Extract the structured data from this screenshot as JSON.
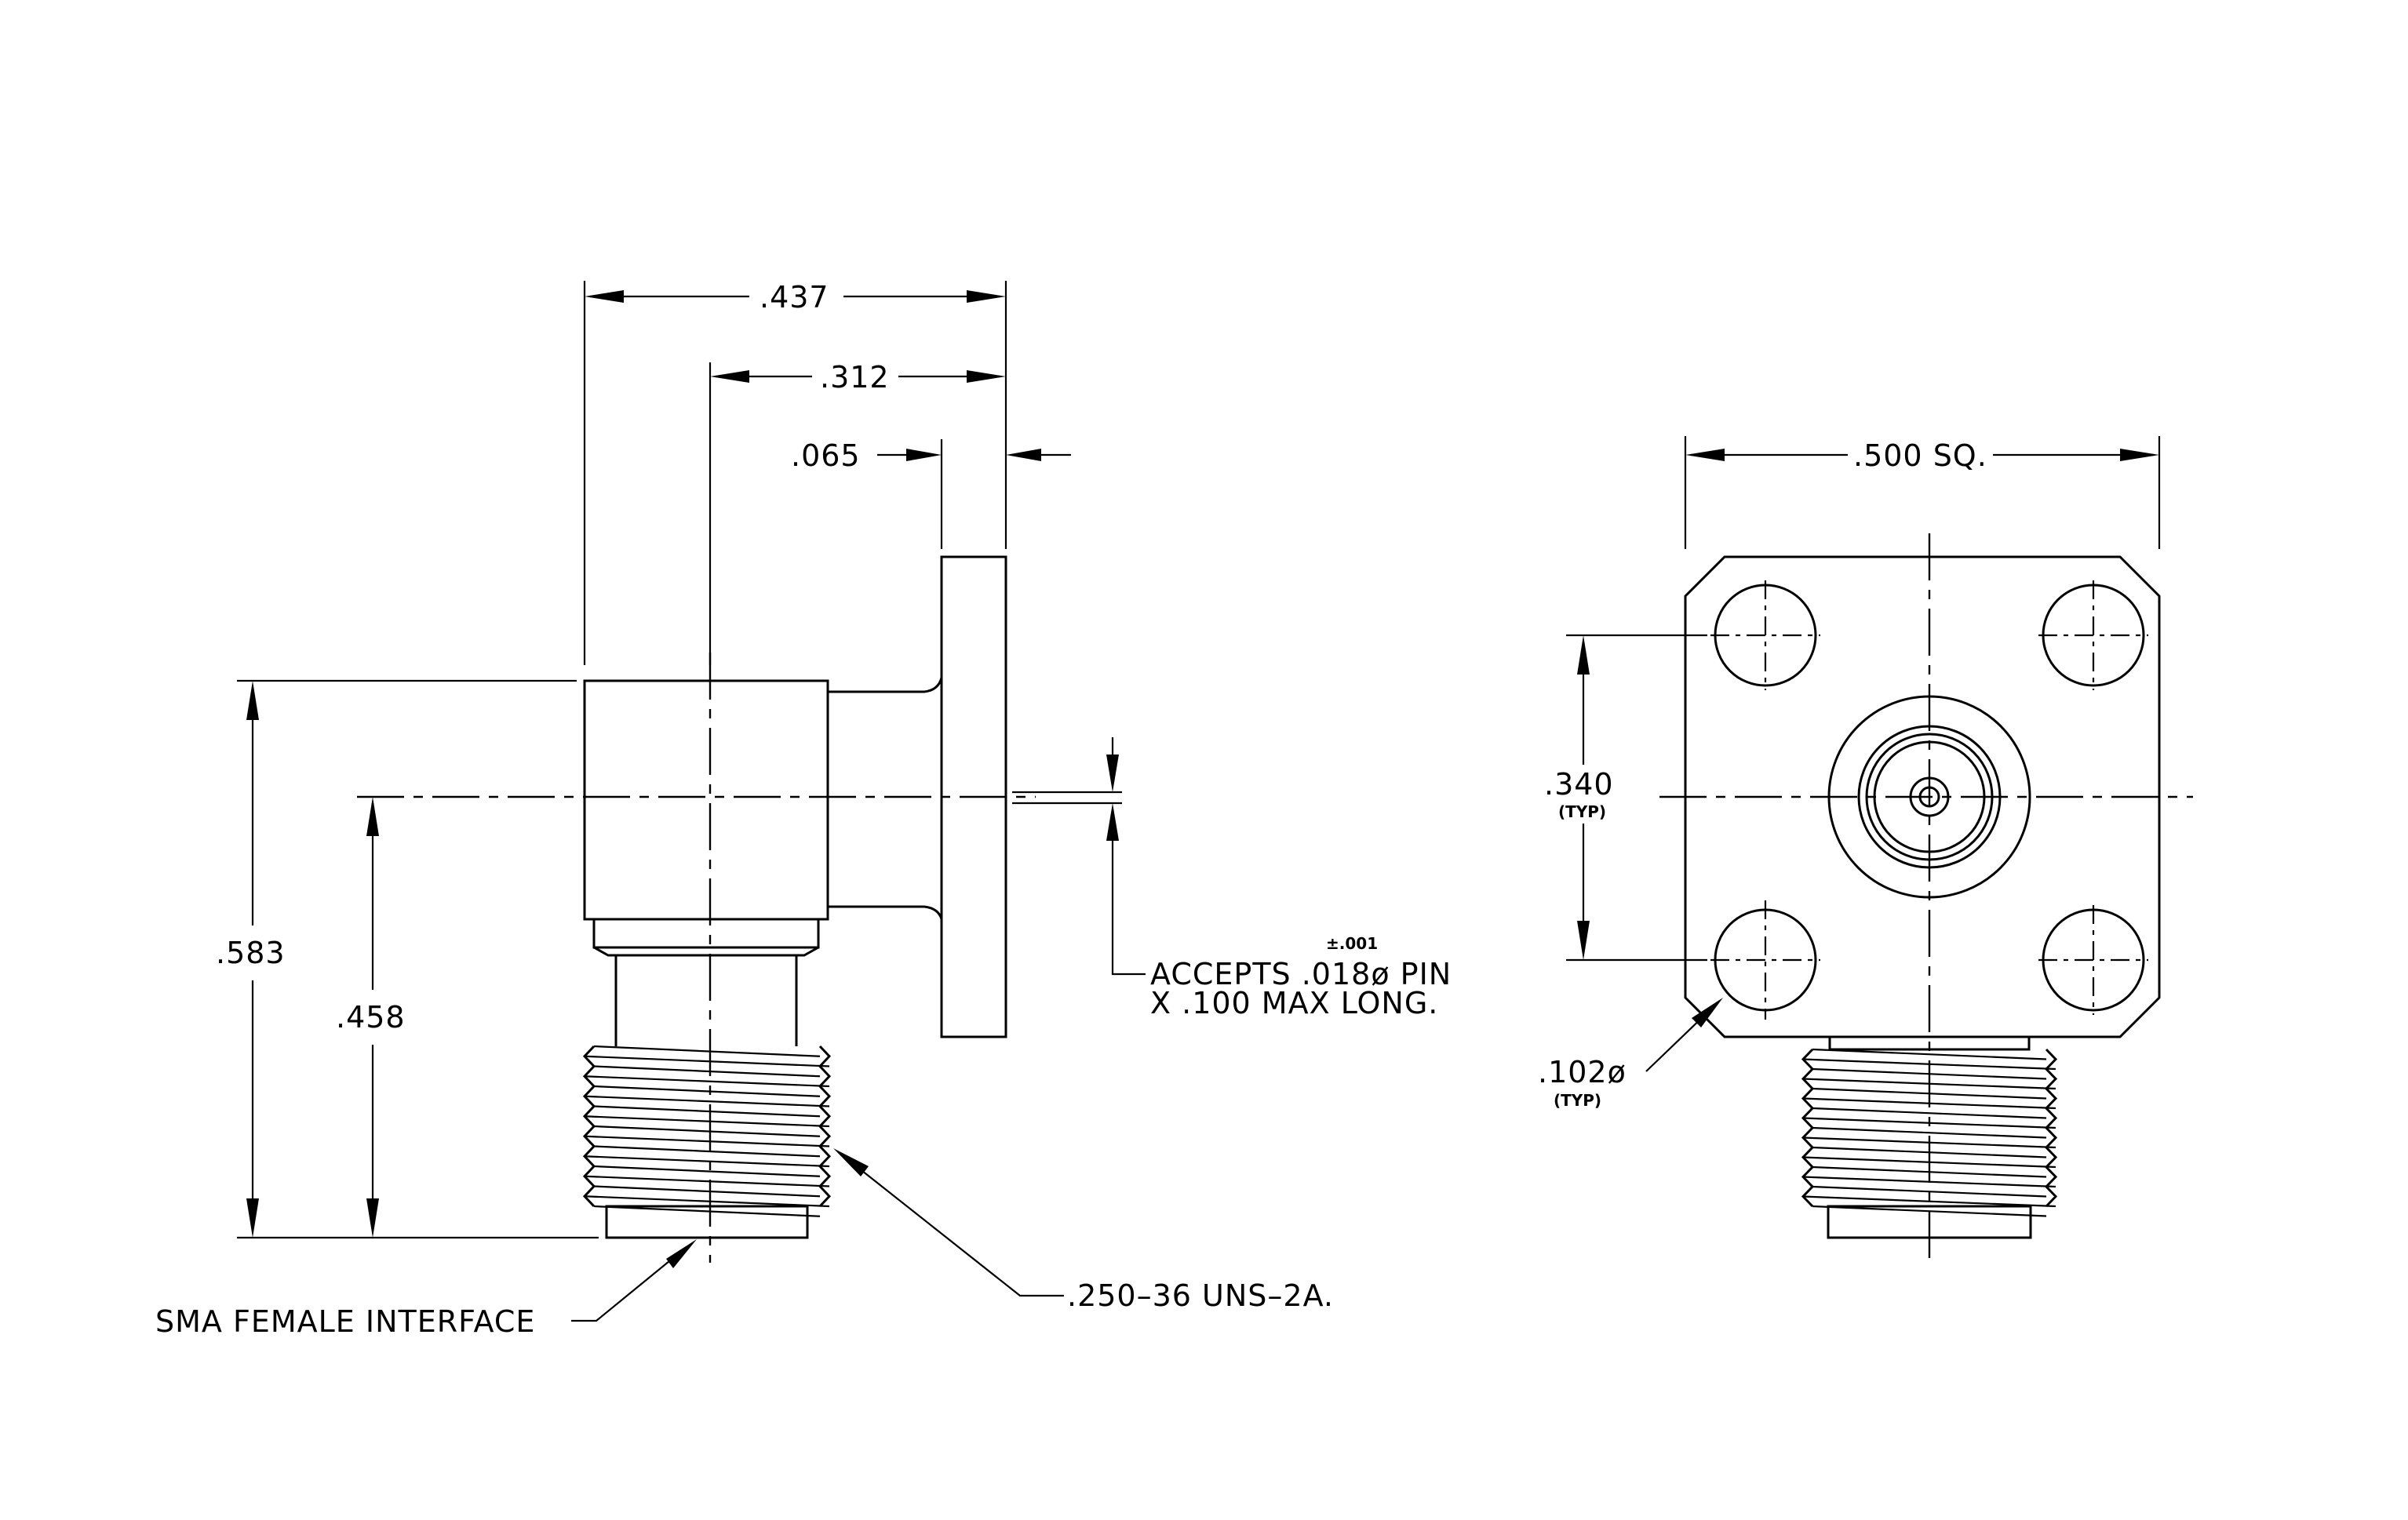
{
  "side_view": {
    "dim_overall_width": ".437",
    "dim_body_to_flange": ".312",
    "dim_flange_thickness": ".065",
    "dim_overall_height": ".583",
    "dim_centerline_height": ".458",
    "pin_note_line1": "ACCEPTS .018ø PIN",
    "pin_note_tolerance": "±.001",
    "pin_note_line2": "X .100 MAX LONG.",
    "thread_note": ".250–36 UNS–2A.",
    "interface_note": "SMA FEMALE INTERFACE"
  },
  "front_view": {
    "dim_flange_square": ".500 SQ.",
    "dim_hole_spacing": ".340",
    "dim_hole_spacing_qualifier": "(TYP)",
    "dim_hole_diameter": ".102ø",
    "dim_hole_diameter_qualifier": "(TYP)"
  }
}
